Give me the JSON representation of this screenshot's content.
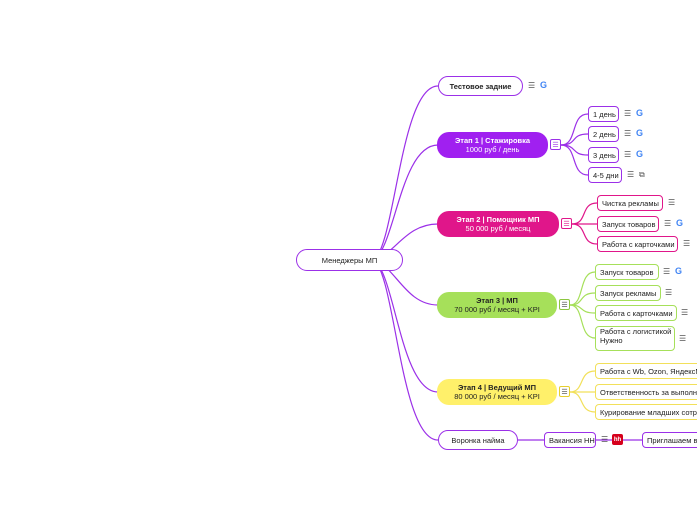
{
  "root": {
    "label": "Менеджеры МП"
  },
  "test_task": {
    "label": "Тестовое задние"
  },
  "stage1": {
    "title": "Этап 1 | Стажировка",
    "subtitle": "1000 руб / день",
    "color": "#a020f0",
    "children": [
      "1 день",
      "2 день",
      "3 день",
      "4-5 дни"
    ]
  },
  "stage2": {
    "title": "Этап 2 | Помощник МП",
    "subtitle": "50 000 руб / месяц",
    "color": "#e0168a",
    "children": [
      "Чистка рекламы",
      "Запуск товаров",
      "Работа с карточками"
    ]
  },
  "stage3": {
    "title": "Этап 3 | МП",
    "subtitle": "70 000 руб / месяц + KPI",
    "color": "#a6e05a",
    "children": [
      "Запуск товаров",
      "Запуск рекламы",
      "Работа с карточками"
    ],
    "child4_line1": "Работа с логистикой",
    "child4_line2": "Нужно"
  },
  "stage4": {
    "title": "Этап 4 | Ведущий МП",
    "subtitle": "80 000 руб / месяц + KPI",
    "color": "#fff06a",
    "children": [
      "Работа с Wb, Ozon, ЯндексМ",
      "Ответственность за выполн",
      "Курирование младших сотр"
    ]
  },
  "funnel": {
    "label": "Воронка найма",
    "child": "Вакансия НН",
    "grandchild": "Приглашаем в",
    "hh_badge": "hh"
  },
  "icons": {
    "notes": "notes-icon",
    "google": "google-icon",
    "link": "external-link-icon"
  },
  "colors": {
    "purple": "#9b30e8",
    "magenta": "#e0168a",
    "green": "#a6e05a",
    "yellow": "#f2e05a",
    "hh": "#d6001c"
  }
}
